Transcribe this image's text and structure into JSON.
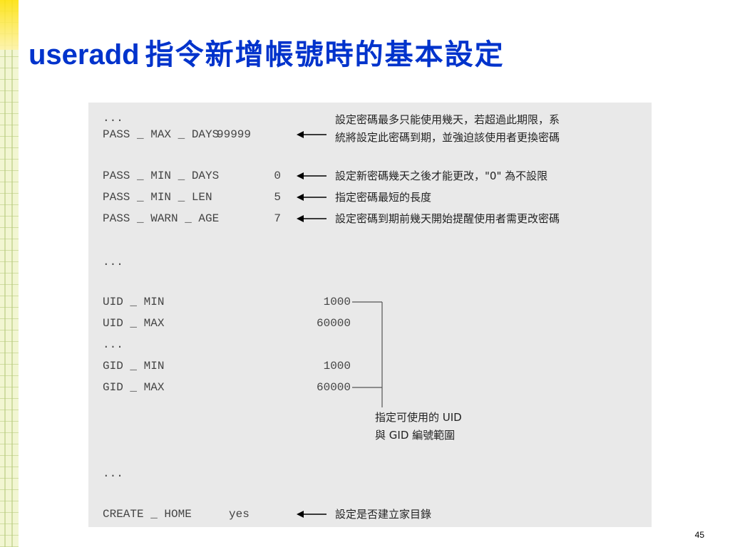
{
  "slide": {
    "title_en": "useradd",
    "title_zh": "指令新增帳號時的基本設定",
    "page_number": "45"
  },
  "config": {
    "ellipsis": "...",
    "pass_max_days": {
      "key": "PASS _ MAX _ DAYS",
      "value": "99999"
    },
    "pass_min_days": {
      "key": "PASS _ MIN _ DAYS",
      "value": "0"
    },
    "pass_min_len": {
      "key": "PASS _ MIN _ LEN",
      "value": "5"
    },
    "pass_warn_age": {
      "key": "PASS _ WARN _ AGE",
      "value": "7"
    },
    "uid_min": {
      "key": "UID _ MIN",
      "value": "1000"
    },
    "uid_max": {
      "key": "UID _ MAX",
      "value": "60000"
    },
    "gid_min": {
      "key": "GID _ MIN",
      "value": "1000"
    },
    "gid_max": {
      "key": "GID _ MAX",
      "value": "60000"
    },
    "create_home": {
      "key": "CREATE _ HOME",
      "value": "yes"
    }
  },
  "notes": {
    "pass_max_days_1": "設定密碼最多只能使用幾天，若超過此期限，系",
    "pass_max_days_2": "統將設定此密碼到期，並強迫該使用者更換密碼",
    "pass_min_days": "設定新密碼幾天之後才能更改，\"0\" 為不設限",
    "pass_min_len": "指定密碼最短的長度",
    "pass_warn_age": "設定密碼到期前幾天開始提醒使用者需更改密碼",
    "uid_gid_1": "指定可使用的 UID",
    "uid_gid_2": "與 GID 編號範圍",
    "create_home": "設定是否建立家目錄"
  },
  "colors": {
    "title": "#0033cc",
    "panel": "#e9e9e9",
    "code_text": "#444444"
  }
}
